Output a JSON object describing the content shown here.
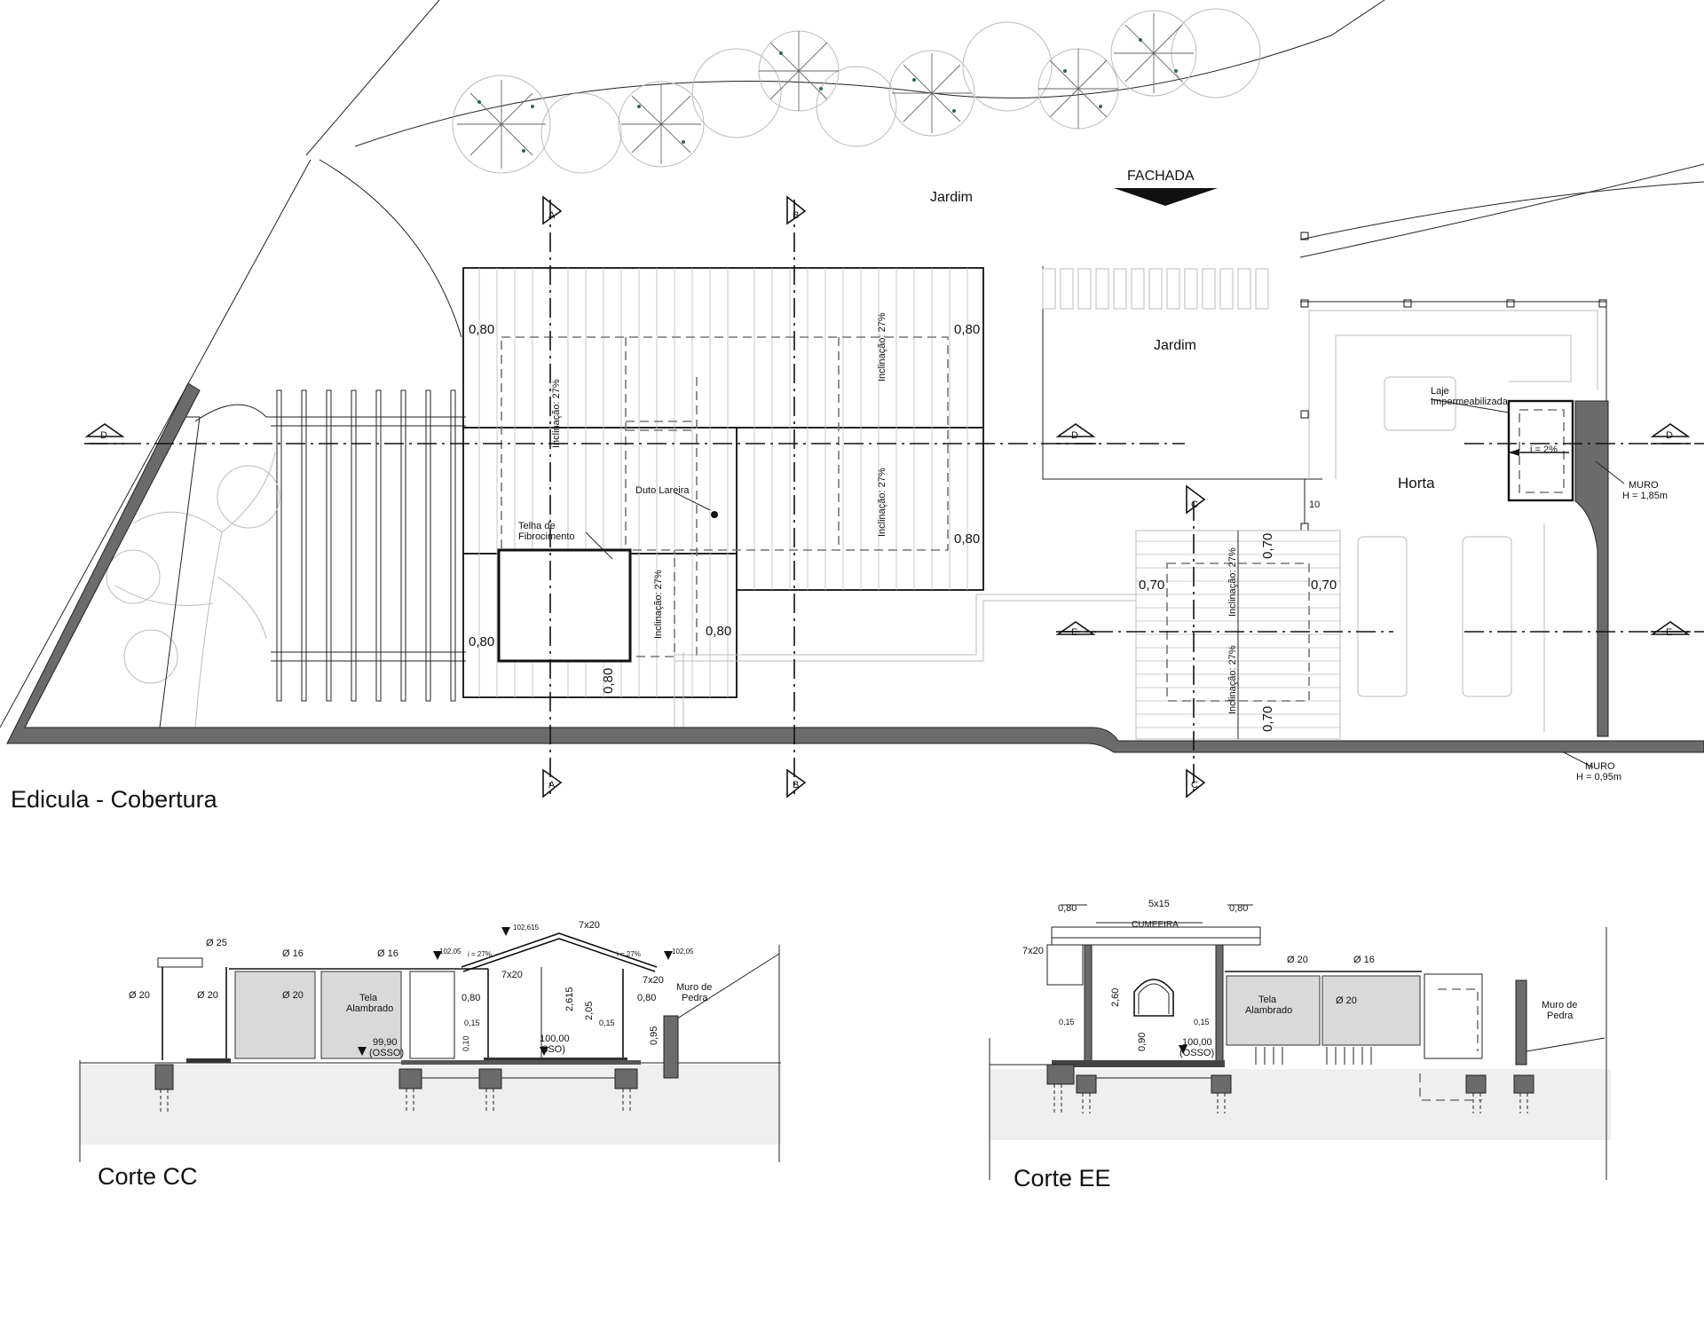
{
  "titles": {
    "plan": "Edicula - Cobertura",
    "section_cc": "Corte CC",
    "section_ee": "Corte EE"
  },
  "plan": {
    "fachada": "FACHADA",
    "jardim_top": "Jardim",
    "jardim_mid": "Jardim",
    "horta": "Horta",
    "duto": "Duto Lareira",
    "telha_1": "Telha de",
    "telha_2": "Fibrocimento",
    "laje_1": "Laje",
    "laje_2": "Impermeabilizada",
    "incl_27": "Inclinação: 27%",
    "i_2": "i = 2%",
    "muro_high_1": "MURO",
    "muro_high_2": "H = 1,85m",
    "muro_low_1": "MURO",
    "muro_low_2": "H = 0,95m",
    "dim_080": "0,80",
    "dim_070": "0,70",
    "dim_10": "10",
    "cuts": {
      "a": "A",
      "b": "B",
      "c": "C",
      "d": "D",
      "e": "E"
    }
  },
  "section_cc": {
    "phi25": "Ø 25",
    "phi16": "Ø 16",
    "phi20": "Ø 20",
    "tela_1": "Tela",
    "tela_2": "Alambrado",
    "lev_102615": "102,615",
    "lev_10205": "102,05",
    "slope": "i = 27%",
    "beam_7x20": "7x20",
    "d_080": "0,80",
    "d_015": "0,15",
    "d_2615": "2,615",
    "d_205": "2,05",
    "d_095": "0,95",
    "d_010": "0,10",
    "lev_9990": "99,90",
    "osso": "(OSSO)",
    "lev_10000": "100,00",
    "osso_part": "SSO)",
    "muro_1": "Muro de",
    "muro_2": "Pedra"
  },
  "section_ee": {
    "d_080": "0,80",
    "beam_5x15": "5x15",
    "cumeeira": "CUMEEIRA",
    "beam_7x20": "7x20",
    "phi20": "Ø 20",
    "phi16": "Ø 16",
    "tela_1": "Tela",
    "tela_2": "Alambrado",
    "d_015": "0,15",
    "d_260": "2,60",
    "d_090": "0,90",
    "lev_10000": "100,00",
    "osso": "(OSSO)",
    "muro_1": "Muro de",
    "muro_2": "Pedra"
  }
}
